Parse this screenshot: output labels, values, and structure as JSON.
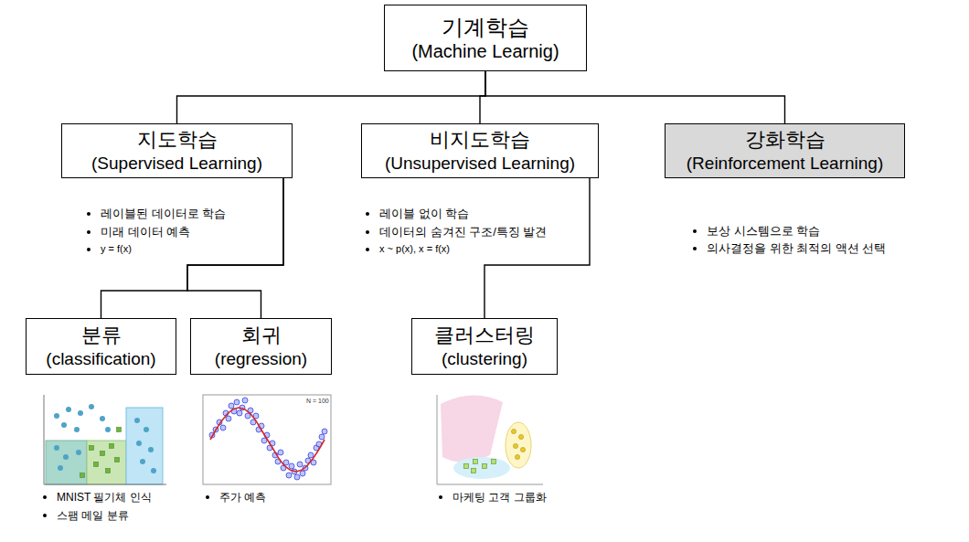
{
  "diagram": {
    "nodes": [
      {
        "text": [
          "기계학습",
          "(Machine Learnig)"
        ]
      },
      {
        "text": [
          "지도학습",
          "(Supervised Learning)"
        ]
      },
      {
        "text": [
          "비지도학습",
          "(Unsupervised Learning)"
        ]
      },
      {
        "text": [
          "강화학습",
          "(Reinforcement Learning)"
        ]
      },
      {
        "text": [
          "분류",
          "(classification)"
        ]
      },
      {
        "text": [
          "회귀",
          "(regression)"
        ]
      },
      {
        "text": [
          "클러스터링",
          "(clustering)"
        ]
      }
    ],
    "edges": [
      {
        "from": 0,
        "to": 1,
        "arrow": "none"
      },
      {
        "from": 0,
        "to": 2,
        "arrow": "none"
      },
      {
        "from": 0,
        "to": 3,
        "arrow": "none"
      },
      {
        "from": 1,
        "to": 4,
        "arrow": "none"
      },
      {
        "from": 1,
        "to": 5,
        "arrow": "none"
      },
      {
        "from": 2,
        "to": 6,
        "arrow": "none"
      }
    ],
    "labels": [
      "레이블된 데이터로 학습",
      "미래 데이터 예측",
      "y = f(x)",
      "레이블 없이 학습",
      "데이터의 숨겨진 구조/특징 발견",
      "x ~ p(x), x = f(x)",
      "보상 시스템으로 학습",
      "의사결정을 위한 최적의 액션 선택",
      "MNIST 필기체 인식",
      "스팸 메일 분류",
      "N = 100",
      "주가 예측",
      "마케팅 고객 그룹화"
    ]
  }
}
